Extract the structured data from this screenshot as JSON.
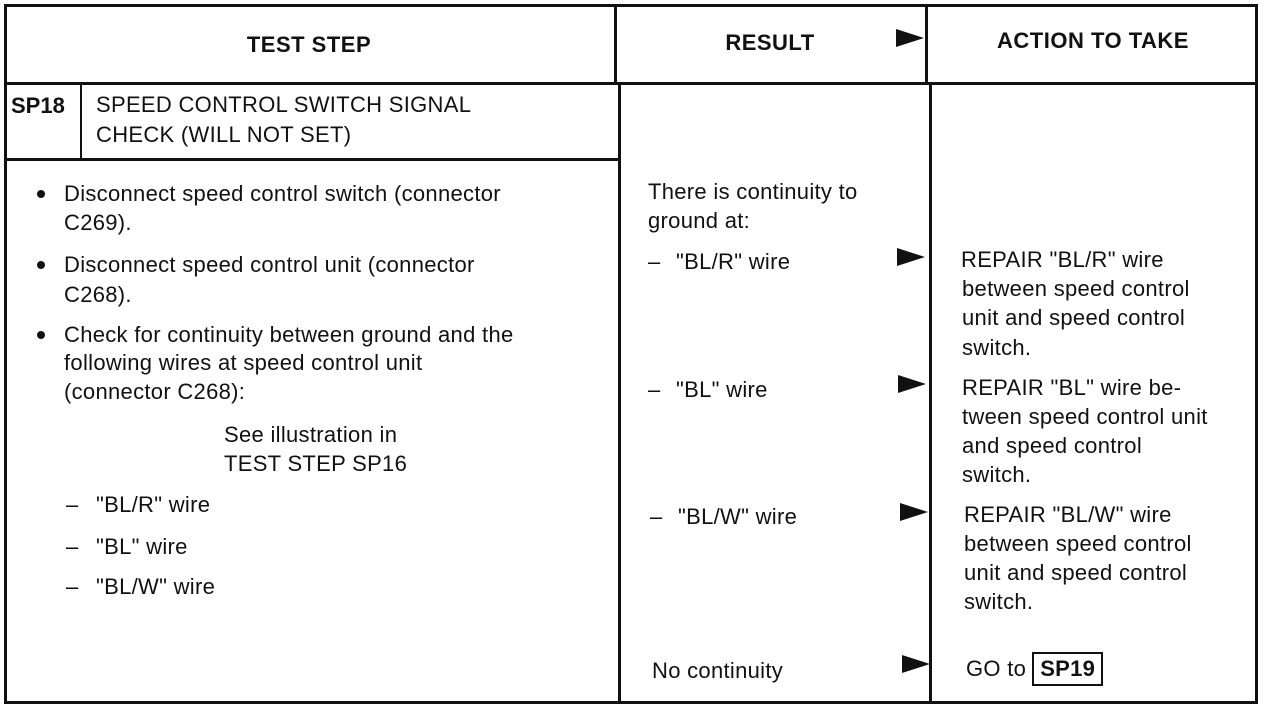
{
  "header": {
    "test_step": "TEST STEP",
    "result": "RESULT",
    "action": "ACTION TO TAKE"
  },
  "step": {
    "id": "SP18",
    "title_line1": "SPEED CONTROL SWITCH SIGNAL",
    "title_line2": "CHECK (WILL NOT SET)"
  },
  "instructions": {
    "bullets": [
      [
        "Disconnect speed control switch (connector",
        "C269)."
      ],
      [
        "Disconnect speed control unit (connector",
        "C268)."
      ],
      [
        "Check for continuity between ground and the",
        "following wires at speed control unit",
        "(connector C268):"
      ]
    ],
    "illustration_line1": "See illustration in",
    "illustration_line2": "TEST STEP SP16",
    "wires": [
      "\"BL/R\" wire",
      "\"BL\" wire",
      "\"BL/W\" wire"
    ]
  },
  "results": {
    "intro_line1": "There is continuity to",
    "intro_line2": "ground at:",
    "items": [
      "\"BL/R\" wire",
      "\"BL\" wire",
      "\"BL/W\" wire"
    ],
    "no_continuity": "No continuity"
  },
  "actions": {
    "repair_blr": [
      "REPAIR \"BL/R\" wire",
      "between speed control",
      "unit and speed control",
      "switch."
    ],
    "repair_bl": [
      "REPAIR \"BL\" wire be-",
      "tween speed control unit",
      "and speed control",
      "switch."
    ],
    "repair_blw": [
      "REPAIR \"BL/W\" wire",
      "between speed control",
      "unit and speed control",
      "switch."
    ],
    "goto_label": "GO to",
    "goto_target": "SP19"
  }
}
